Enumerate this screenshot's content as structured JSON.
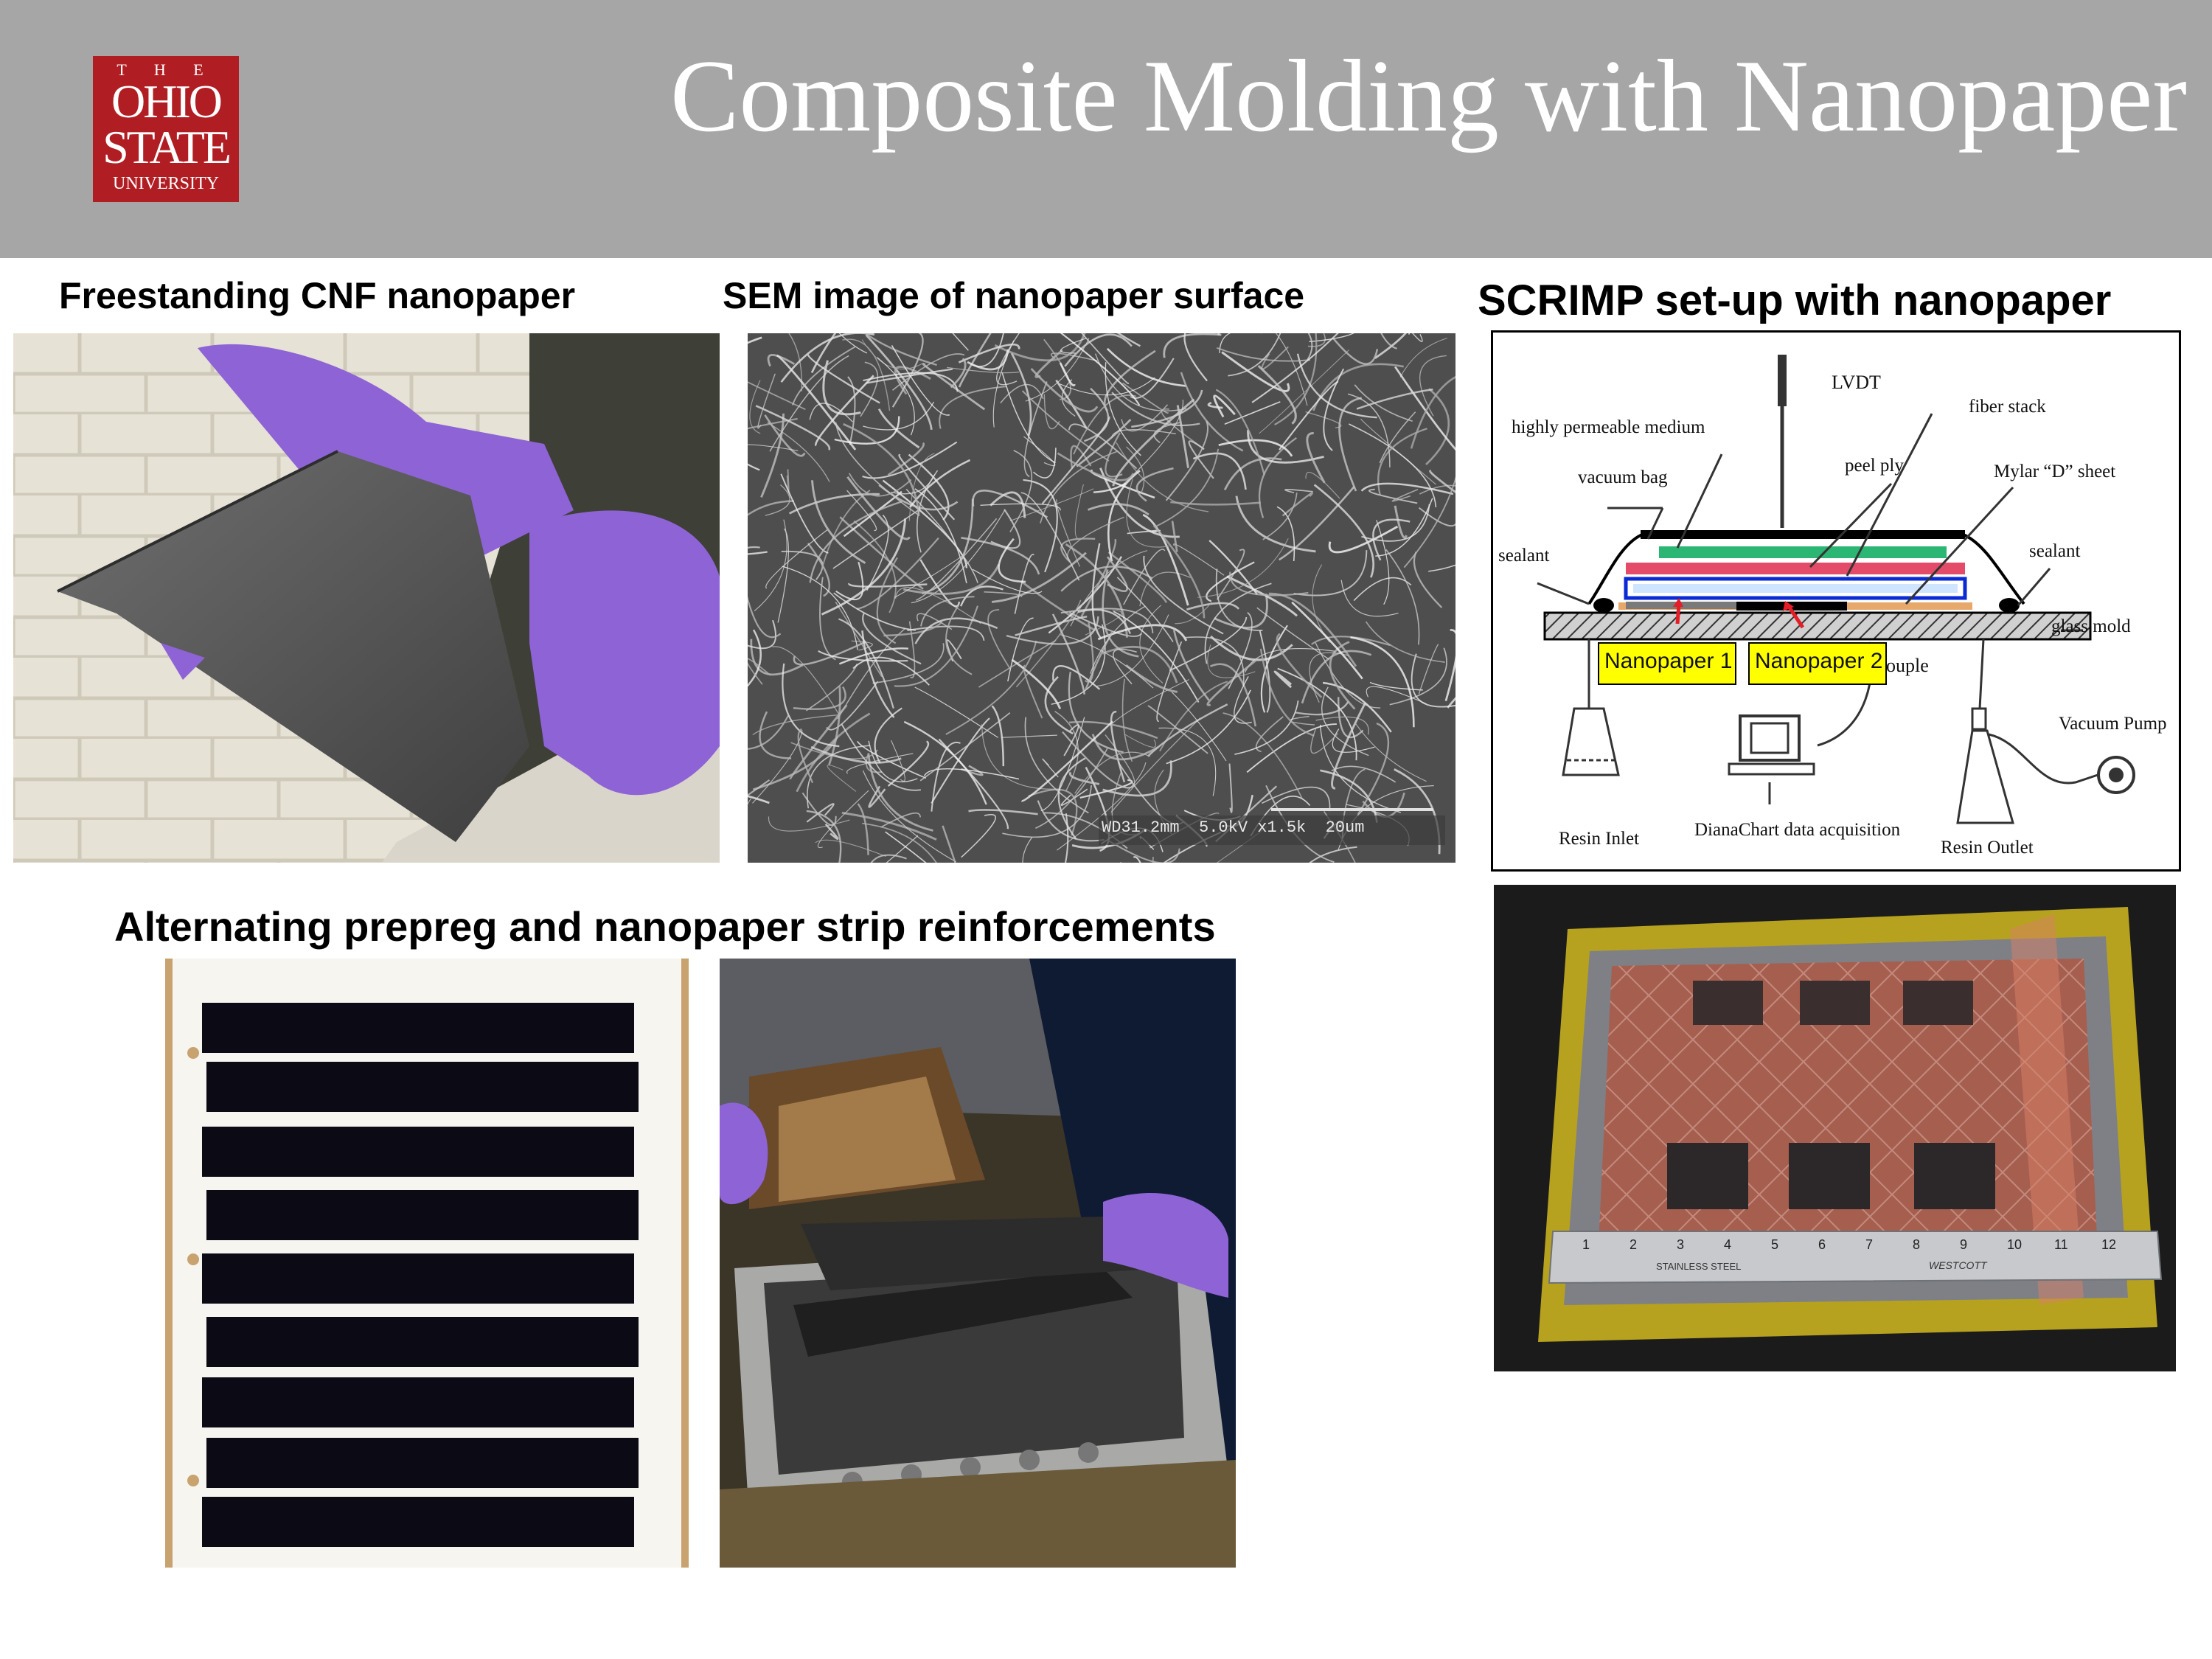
{
  "header": {
    "title": "Composite Molding with Nanopaper",
    "logo": {
      "the": "T H E",
      "line1": "OHIO",
      "line2": "STATE",
      "line3": "UNIVERSITY"
    }
  },
  "captions": {
    "freestanding": "Freestanding CNF nanopaper",
    "sem": "SEM image of nanopaper surface",
    "scrimp": "SCRIMP set-up with nanopaper",
    "alternating": "Alternating prepreg and nanopaper strip reinforcements"
  },
  "sem_image": {
    "scale_bar_text": "WD31.2mm  5.0kV x1.5k  20um"
  },
  "diagram": {
    "labels": {
      "lvdt": "LVDT",
      "highly_permeable": "highly permeable medium",
      "fiber_stack": "fiber stack",
      "vacuum_bag": "vacuum bag",
      "peel_ply": "peel ply",
      "mylar": "Mylar “D” sheet",
      "sealant_left": "sealant",
      "sealant_right": "sealant",
      "glass_mold": "glass mold",
      "nanopaper1": "Nanopaper 1",
      "nanopaper2": "Nanopaper 2",
      "thermocouple": "ouple",
      "vacuum_pump": "Vacuum Pump",
      "resin_inlet": "Resin Inlet",
      "dianachart": "DianaChart data acquisition",
      "resin_outlet": "Resin Outlet"
    }
  },
  "ruler": {
    "numbers": [
      "1",
      "2",
      "3",
      "4",
      "5",
      "6",
      "7",
      "8",
      "9",
      "10",
      "11",
      "12"
    ],
    "brand": "STAINLESS STEEL",
    "maker": "WESTCOTT"
  },
  "colors": {
    "header_bg": "#a6a6a6",
    "logo_red": "#b01e23",
    "nanopaper_label": "#ffff00",
    "glove_purple": "#8e63d6"
  }
}
